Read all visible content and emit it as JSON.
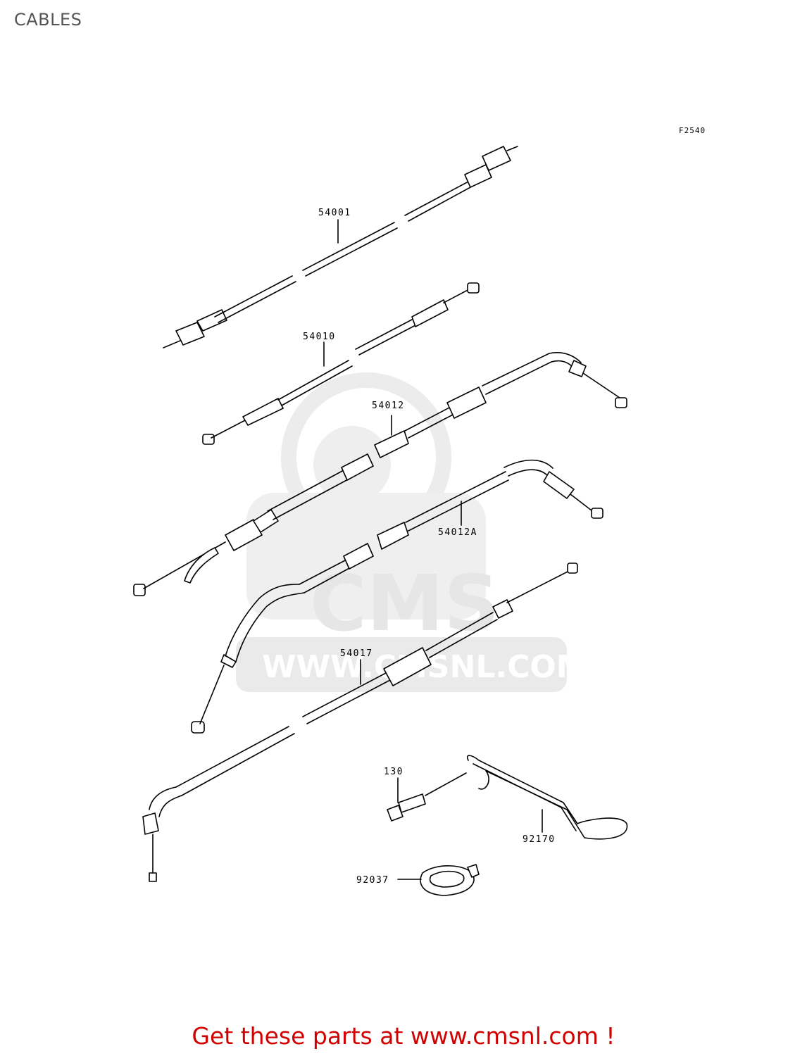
{
  "page": {
    "title": "CABLES",
    "figure_code": "F2540"
  },
  "watermark": {
    "logo_text": "CMS",
    "url_text": "WWW.CMSNL.COM"
  },
  "parts": [
    {
      "id": "speedometer-cable",
      "number": "54001"
    },
    {
      "id": "clutch-cable",
      "number": "54010"
    },
    {
      "id": "throttle-cable-accel",
      "number": "54012"
    },
    {
      "id": "throttle-cable-decel",
      "number": "54012A"
    },
    {
      "id": "choke-cable",
      "number": "54017"
    },
    {
      "id": "bolt",
      "number": "130"
    },
    {
      "id": "bracket",
      "number": "92170"
    },
    {
      "id": "grommet",
      "number": "92037"
    }
  ],
  "footer": {
    "text": "Get these parts at www.cmsnl.com !"
  }
}
